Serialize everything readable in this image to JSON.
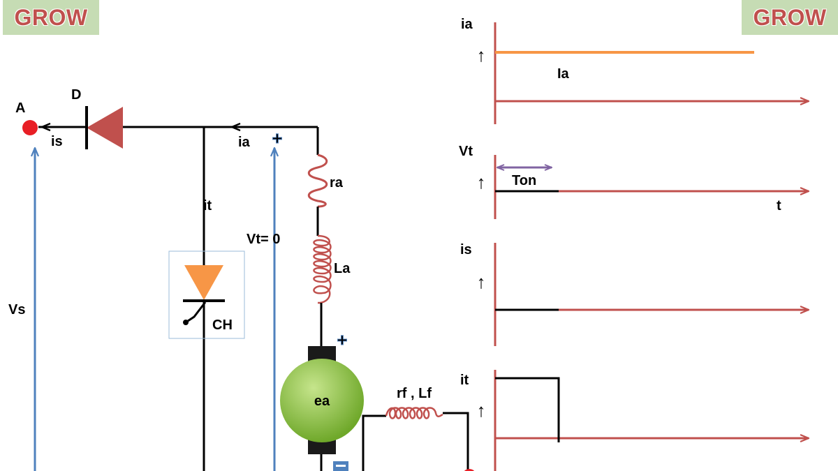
{
  "branding": {
    "logo_left": "GROW",
    "logo_right": "GROW"
  },
  "colors": {
    "wire": "#000000",
    "axis": "#c0504d",
    "diode": "#c0504d",
    "thyristor": "#f79646",
    "armature_current": "#f79646",
    "voltage_arrow": "#4f81bd",
    "ton_arrow": "#8064a2",
    "coil": "#c0504d",
    "motor": "#8ec63f",
    "terminal": "#e81e25",
    "plus_sign": "#d9d92b",
    "minus_sign": "#4f81bd"
  },
  "circuit": {
    "terminal_label": "A",
    "diode_label": "D",
    "source_current_label": "is",
    "armature_current_label": "ia",
    "thyristor_current_label": "it",
    "source_voltage_label": "Vs",
    "terminal_voltage_label": "Vt= 0",
    "chopper_label": "CH",
    "armature_resistance_label": "ra",
    "armature_inductance_label": "La",
    "motor_emf_label": "ea",
    "field_label": "rf , Lf",
    "plus_sign": "+",
    "minus_sign": "−",
    "up_arrow": "↑"
  },
  "waveforms": [
    {
      "id": "ia",
      "ylabel": "ia",
      "level_label": "Ia"
    },
    {
      "id": "vt",
      "ylabel": "Vt",
      "interval_label": "Ton",
      "xlabel": "t"
    },
    {
      "id": "is",
      "ylabel": "is"
    },
    {
      "id": "it",
      "ylabel": "it"
    }
  ]
}
